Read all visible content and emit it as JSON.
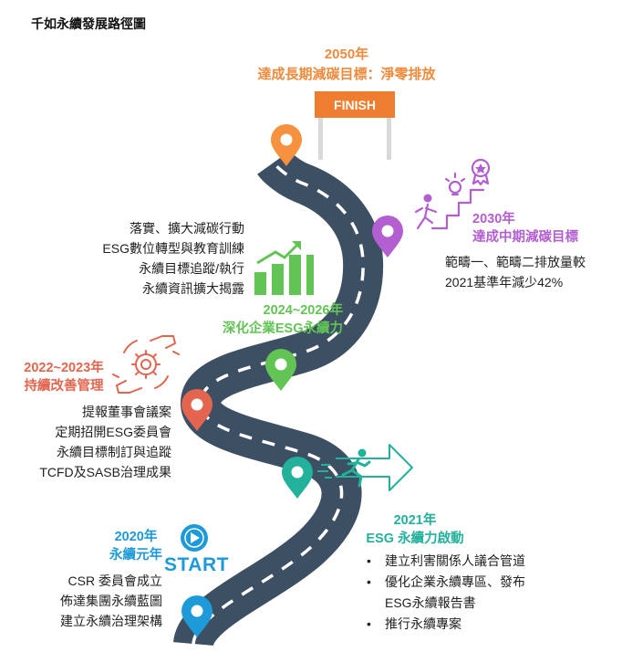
{
  "title": "千如永續發展路徑圖",
  "goal": {
    "year": "2050年",
    "text": "達成長期減碳目標：淨零排放",
    "sign": "FINISH"
  },
  "milestones": {
    "m2030": {
      "title_year": "2030年",
      "title_text": "達成中期減碳目標",
      "items": [
        "範疇一、範疇二排放量較",
        "2021基準年減少42%"
      ]
    },
    "m2024": {
      "title_year": "2024~2026年",
      "title_text": "深化企業ESG永續力",
      "items": [
        "落實、擴大減碳行動",
        "ESG數位轉型與教育訓練",
        "永續目標追蹤/執行",
        "永續資訊擴大揭露"
      ]
    },
    "m2022": {
      "title_year": "2022~2023年",
      "title_text": "持續改善管理",
      "items": [
        "提報董事會議案",
        "定期招開ESG委員會",
        "永續目標制訂與追蹤",
        "TCFD及SASB治理成果"
      ]
    },
    "m2021": {
      "title_year": "2021年",
      "title_text": "ESG 永續力啟動",
      "items": [
        "建立利害關係人議合管道",
        "優化企業永續專區、發布",
        "ESG永續報告書",
        "推行永續專案"
      ]
    },
    "m2020": {
      "title_year": "2020年",
      "title_text": "永續元年",
      "start_label": "START",
      "items": [
        "CSR 委員會成立",
        "佈達集團永續藍圖",
        "建立永續治理架構"
      ]
    }
  },
  "colors": {
    "road": "#3d4f63",
    "road_line": "#ffffff",
    "finish_sign": "#ef7d2f",
    "orange": "#f5913f",
    "purple": "#b35fd1",
    "green": "#62c455",
    "red": "#e4654f",
    "teal": "#23b19b",
    "blue": "#1e9ad8"
  },
  "icons": [
    "location-pin-icon",
    "finish-sign-icon",
    "stairs-climber-icon",
    "growth-bar-chart-icon",
    "gear-hands-icon",
    "runner-arrow-icon",
    "play-button-icon"
  ]
}
